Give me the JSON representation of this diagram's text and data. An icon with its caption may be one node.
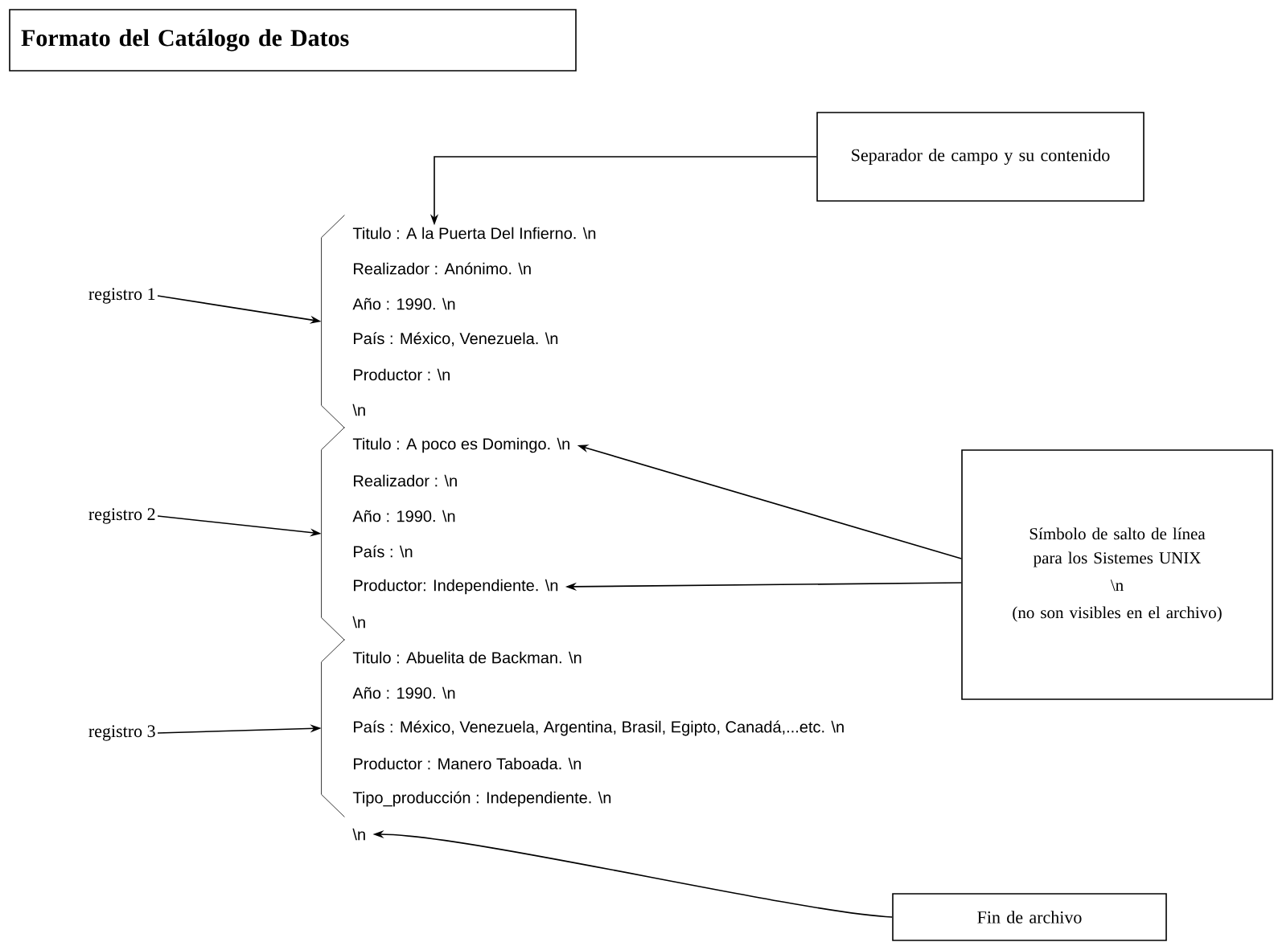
{
  "diagram": {
    "nodes": [
      {
        "text": [
          "Formato del Catálogo de Datos"
        ]
      },
      {
        "text": [
          "registro 1"
        ]
      },
      {
        "text": [],
        "shape": "bracket"
      },
      {
        "text": [
          "registro 2"
        ]
      },
      {
        "text": [],
        "shape": "bracket"
      },
      {
        "text": [
          "registro 3"
        ]
      },
      {
        "text": [],
        "shape": "bracket"
      },
      {
        "text": [
          "Separador de campo y su contenido"
        ]
      },
      {
        "text": [
          "Símbolo de salto de línea para los Sistemes UNIX",
          "\\n",
          "(no son visibles en el archivo)"
        ]
      },
      {
        "text": [
          "Fin de archivo"
        ]
      },
      {
        "text": [
          "Titulo : A la Puerta Del Infierno. \\n"
        ]
      },
      {
        "text": [
          "Titulo : A poco es Domingo. \\n"
        ]
      },
      {
        "text": [
          "Productor: Independiente. \\n"
        ]
      },
      {
        "text": [
          "\\n"
        ]
      }
    ],
    "edges": [
      {
        "from": 1,
        "to": 2,
        "arrow": "to"
      },
      {
        "from": 3,
        "to": 4,
        "arrow": "to"
      },
      {
        "from": 5,
        "to": 6,
        "arrow": "to"
      },
      {
        "from": 7,
        "to": 10,
        "arrow": "to"
      },
      {
        "from": 8,
        "to": 11,
        "arrow": "to"
      },
      {
        "from": 8,
        "to": 12,
        "arrow": "to"
      },
      {
        "from": 9,
        "to": 13,
        "arrow": "to"
      }
    ],
    "labels": [
      "Realizador : Anónimo. \\n",
      "Año : 1990. \\n",
      "País : México, Venezuela. \\n",
      "Productor : \\n",
      "\\n",
      "Realizador : \\n",
      "Año : 1990. \\n",
      "País : \\n",
      "\\n",
      "Titulo : Abuelita de Backman. \\n",
      "Año : 1990. \\n",
      "País : México, Venezuela, Argentina, Brasil, Egipto, Canadá,...etc. \\n",
      "Productor : Manero Taboada. \\n",
      "Tipo_producción : Independiente. \\n"
    ]
  }
}
